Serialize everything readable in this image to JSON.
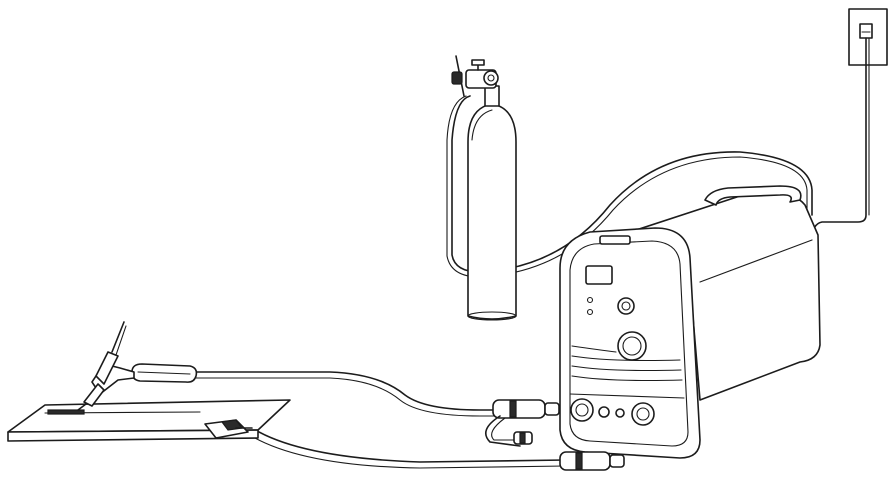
{
  "diagram": {
    "components": [
      {
        "name": "wall-outlet-icon"
      },
      {
        "name": "power-cable"
      },
      {
        "name": "gas-cylinder-icon"
      },
      {
        "name": "gas-regulator-icon"
      },
      {
        "name": "gas-hose"
      },
      {
        "name": "welding-machine-icon"
      },
      {
        "name": "tig-torch-icon"
      },
      {
        "name": "torch-cable"
      },
      {
        "name": "ground-cable"
      },
      {
        "name": "ground-clamp-icon"
      },
      {
        "name": "workpiece-plate"
      }
    ]
  },
  "colors": {
    "line": "#1c1c1c",
    "background": "#ffffff"
  }
}
